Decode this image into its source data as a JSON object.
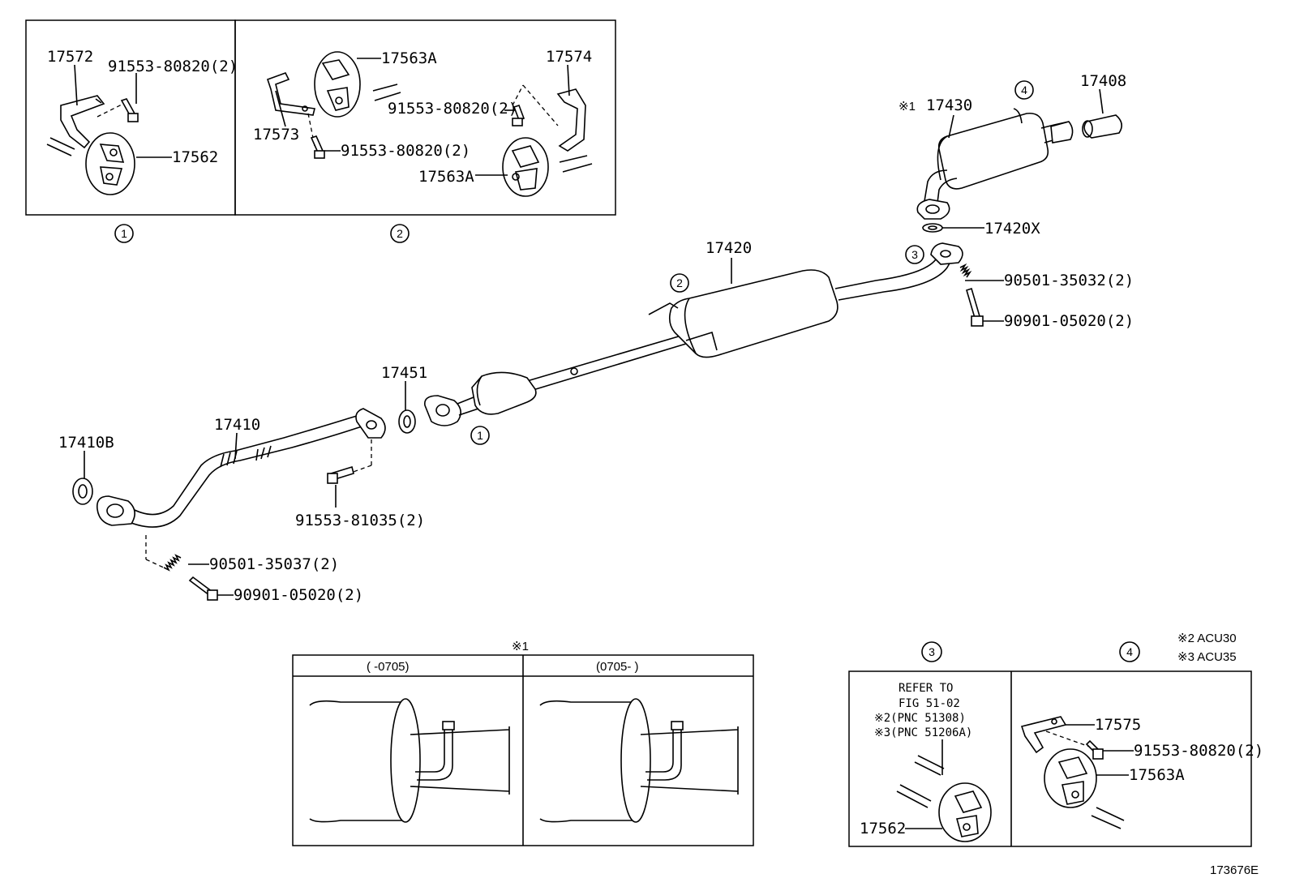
{
  "parts": {
    "p17572": "17572",
    "p91553_80820_a": "91553-80820(2)",
    "p17562_a": "17562",
    "p17563A_a": "17563A",
    "p17573": "17573",
    "p17574": "17574",
    "p91553_80820_b": "91553-80820(2)",
    "p91553_80820_c": "91553-80820(2)",
    "p17563A_b": "17563A",
    "p17430": "17430",
    "p17430_mark": "※1",
    "p17408": "17408",
    "p17420X": "17420X",
    "p17420": "17420",
    "p90501_35032": "90501-35032(2)",
    "p90901_05020_a": "90901-05020(2)",
    "p17451": "17451",
    "p17410": "17410",
    "p17410B": "17410B",
    "p91553_81035": "91553-81035(2)",
    "p90501_35037": "90501-35037(2)",
    "p90901_05020_b": "90901-05020(2)",
    "p17575": "17575",
    "p91553_80820_d": "91553-80820(2)",
    "p17563A_c": "17563A",
    "p17562_b": "17562"
  },
  "circles": {
    "c1": "1",
    "c2": "2",
    "c3": "3",
    "c4": "4"
  },
  "notes": {
    "variant_title": "※1",
    "variant_left": "(     -0705)",
    "variant_right": "(0705-     )",
    "acu30": "※2 ACU30",
    "acu35": "※3 ACU35",
    "refer_line1": "REFER TO",
    "refer_line2": "FIG 51-02",
    "refer_line3": "※2(PNC 51308)",
    "refer_line4": "※3(PNC 51206A)",
    "diagram_id": "173676E"
  }
}
